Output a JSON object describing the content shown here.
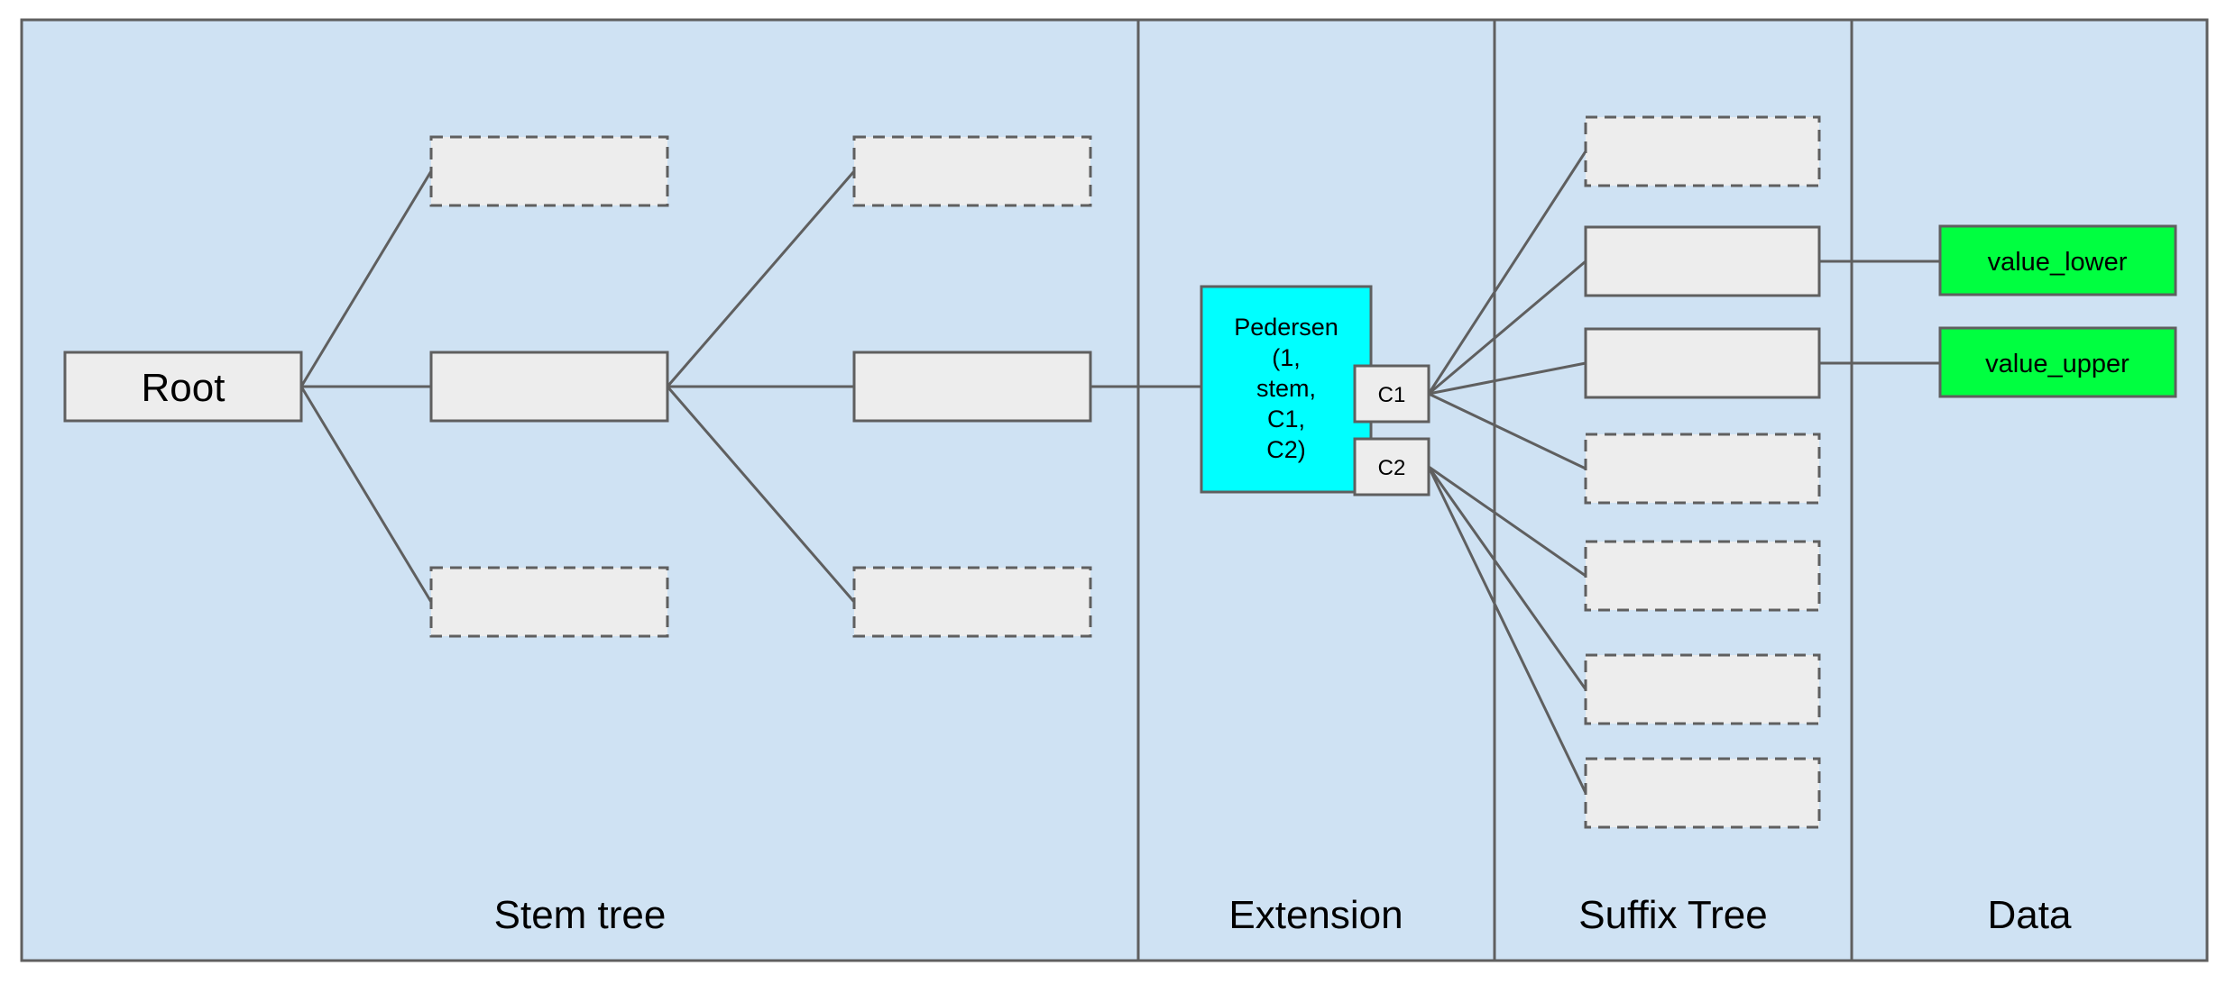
{
  "diagram": {
    "colors": {
      "background": "#cfe2f3",
      "node_fill": "#ededed",
      "stroke": "#5f5f5f",
      "pedersen_fill": "#00ffff",
      "value_fill": "#00ff40"
    },
    "sections": {
      "stem_tree": "Stem tree",
      "extension": "Extension",
      "suffix_tree": "Suffix Tree",
      "data": "Data"
    },
    "nodes": {
      "root": "Root",
      "pedersen_full": "Pedersen (1, stem, C1, C2)",
      "pedersen_lines": [
        "Pedersen",
        "(1,",
        "stem,",
        "C1,",
        "C2)"
      ],
      "c1": "C1",
      "c2": "C2",
      "value_lower": "value_lower",
      "value_upper": "value_upper"
    }
  }
}
